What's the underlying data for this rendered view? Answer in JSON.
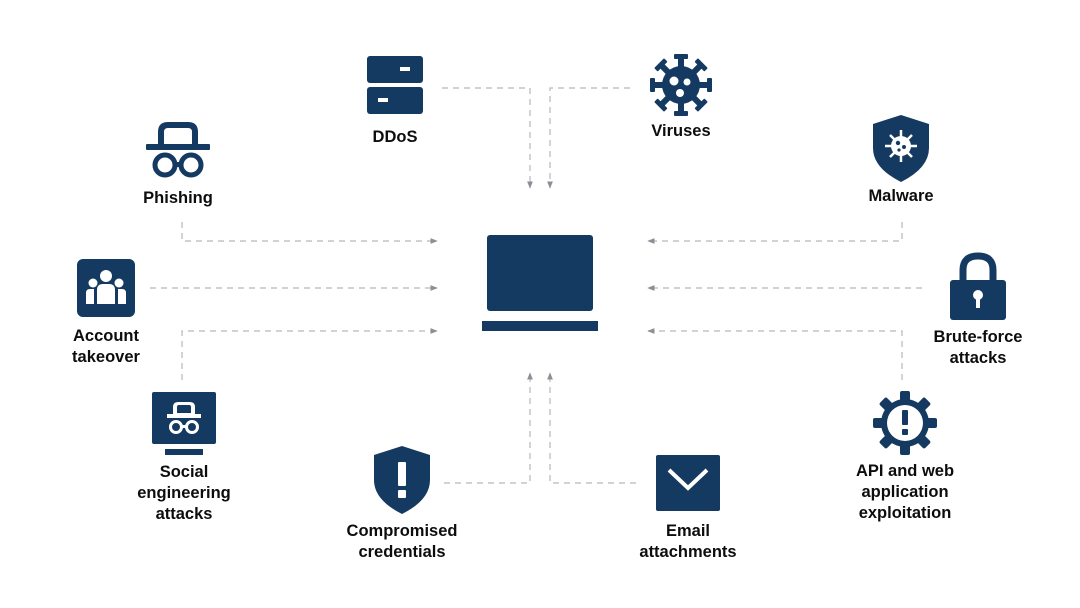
{
  "colors": {
    "primary": "#143a61",
    "connector": "#9aa0a6",
    "text": "#0d0d0d"
  },
  "center": {
    "icon": "laptop-icon"
  },
  "threats": [
    {
      "id": "ddos",
      "icon": "server-icon",
      "lines": [
        "DDoS"
      ]
    },
    {
      "id": "viruses",
      "icon": "virus-icon",
      "lines": [
        "Viruses"
      ]
    },
    {
      "id": "phishing",
      "icon": "spy-icon",
      "lines": [
        "Phishing"
      ]
    },
    {
      "id": "malware",
      "icon": "malware-shield-icon",
      "lines": [
        "Malware"
      ]
    },
    {
      "id": "account-takeover",
      "icon": "users-icon",
      "lines": [
        "Account",
        "takeover"
      ]
    },
    {
      "id": "brute-force",
      "icon": "padlock-icon",
      "lines": [
        "Brute-force",
        "attacks"
      ]
    },
    {
      "id": "social-engineering",
      "icon": "monitor-spy-icon",
      "lines": [
        "Social",
        "engineering",
        "attacks"
      ]
    },
    {
      "id": "api-web",
      "icon": "warning-gear-icon",
      "lines": [
        "API and web",
        "application",
        "exploitation"
      ]
    },
    {
      "id": "compromised-credentials",
      "icon": "alert-shield-icon",
      "lines": [
        "Compromised",
        "credentials"
      ]
    },
    {
      "id": "email-attachments",
      "icon": "envelope-icon",
      "lines": [
        "Email",
        "attachments"
      ]
    }
  ]
}
